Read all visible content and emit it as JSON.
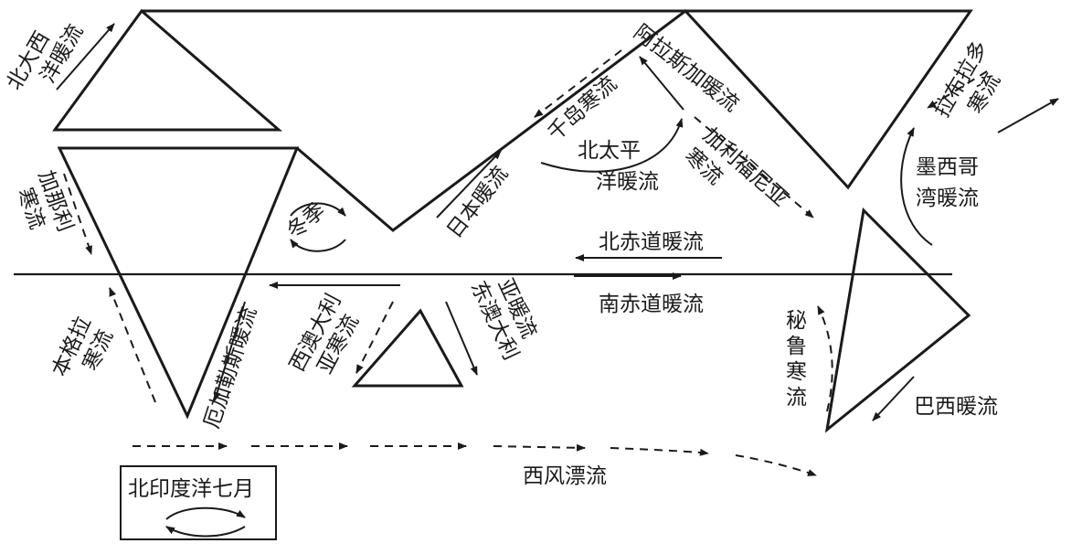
{
  "labels": {
    "north_atlantic_warm": [
      "北大西",
      "洋暖流"
    ],
    "canary_cold": [
      "加那利",
      "寒流"
    ],
    "winter": "冬季",
    "benguela_cold": [
      "本格拉",
      "寒流"
    ],
    "agulhas_warm": "厄加勒斯暖流",
    "west_australian_cold": [
      "西澳大利",
      "亚寒流"
    ],
    "east_australian_warm": [
      "东澳大利",
      "亚暖流"
    ],
    "japan_warm": "日本暖流",
    "kuril_cold": "千岛寒流",
    "north_pacific_warm": [
      "北太平",
      "洋暖流"
    ],
    "alaska_warm": "阿拉斯加暖流",
    "california_cold": [
      "加利福尼亚",
      "寒流"
    ],
    "north_equatorial_warm": "北赤道暖流",
    "south_equatorial_warm": "南赤道暖流",
    "labrador_cold": [
      "拉布拉多",
      "寒流"
    ],
    "gulf_stream": [
      "墨西哥",
      "湾暖流"
    ],
    "peru_cold": [
      "秘",
      "鲁",
      "寒",
      "流"
    ],
    "brazil_warm": "巴西暖流",
    "west_wind_drift": "西风漂流",
    "north_indian_july": "北印度洋七月"
  }
}
